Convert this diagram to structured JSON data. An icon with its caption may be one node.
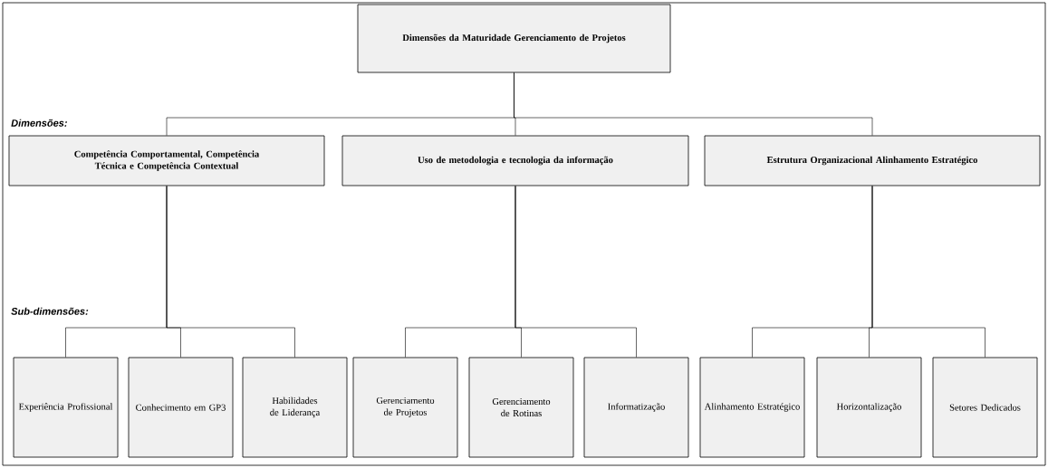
{
  "diagram": {
    "nodes": [
      {
        "text": [
          "Dimensões da Maturidade Gerenciamento de Projetos"
        ]
      },
      {
        "text": [
          "Competência Comportamental, Competência Técnica e Competência Contextual"
        ]
      },
      {
        "text": [
          "Uso de metodologia e tecnologia da informação"
        ]
      },
      {
        "text": [
          "Estrutura Organizacional Alinhamento Estratégico"
        ]
      },
      {
        "text": [
          "Experiência Profissional"
        ]
      },
      {
        "text": [
          "Conhecimento em GP3"
        ]
      },
      {
        "text": [
          "Habilidades de Liderança"
        ]
      },
      {
        "text": [
          "Gerenciamento de Projetos"
        ]
      },
      {
        "text": [
          "Gerenciamento de Rotinas"
        ]
      },
      {
        "text": [
          "Informatização"
        ]
      },
      {
        "text": [
          "Alinhamento Estratégico"
        ]
      },
      {
        "text": [
          "Horizontalização"
        ]
      },
      {
        "text": [
          "Setores Dedicados"
        ]
      }
    ],
    "edges": [
      {
        "from": 0,
        "to": 1,
        "arrow": "none"
      },
      {
        "from": 0,
        "to": 2,
        "arrow": "none"
      },
      {
        "from": 0,
        "to": 3,
        "arrow": "none"
      },
      {
        "from": 1,
        "to": 4,
        "arrow": "none"
      },
      {
        "from": 1,
        "to": 5,
        "arrow": "none"
      },
      {
        "from": 1,
        "to": 6,
        "arrow": "none"
      },
      {
        "from": 2,
        "to": 7,
        "arrow": "none"
      },
      {
        "from": 2,
        "to": 8,
        "arrow": "none"
      },
      {
        "from": 2,
        "to": 9,
        "arrow": "none"
      },
      {
        "from": 3,
        "to": 10,
        "arrow": "none"
      },
      {
        "from": 3,
        "to": 11,
        "arrow": "none"
      },
      {
        "from": 3,
        "to": 12,
        "arrow": "none"
      }
    ],
    "labels": [
      "Dimensões:",
      "Sub-dimensões:"
    ]
  }
}
